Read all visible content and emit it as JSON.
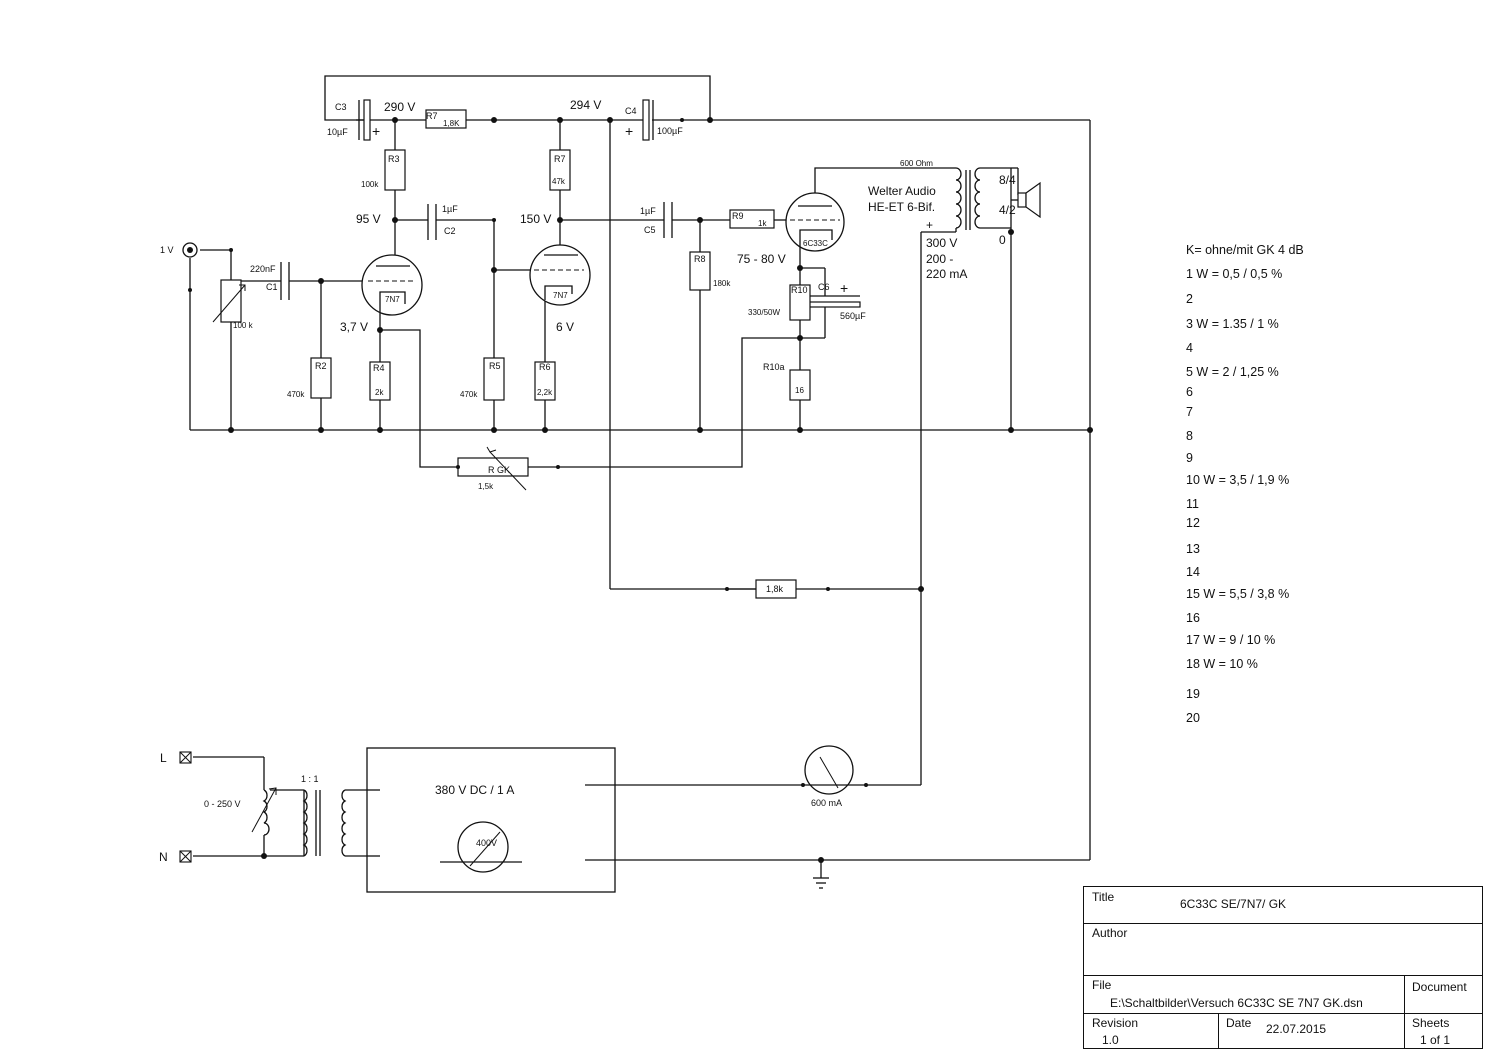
{
  "labels": {
    "input_voltage": "1 V",
    "c3": "C3",
    "c3_val": "10µF",
    "n290": "290 V",
    "r7a": "R7",
    "r7a_val": "1,8K",
    "n294": "294 V",
    "c4": "C4",
    "c4_val": "100µF",
    "r3": "R3",
    "r3_val": "100k",
    "r7b": "R7",
    "r7b_val": "47k",
    "n95": "95 V",
    "c2": "C2",
    "c2_val": "1µF",
    "n150": "150 V",
    "c5": "C5",
    "c5_val": "1µF",
    "r9": "R9",
    "r9_val": "1k",
    "ohm600": "600 Ohm",
    "tr_line1": "Welter Audio",
    "tr_line2": "HE-ET 6-Bif.",
    "tr_plus": "+",
    "tap84": "8/4",
    "tap42": "4/2",
    "tap0": "0",
    "v300": "300 V",
    "i200": "200 -",
    "i220": "220 mA",
    "c1": "C1",
    "c1_val": "220nF",
    "pot100k": "100 k",
    "tube1": "7N7",
    "tube2": "7N7",
    "tube3": "6C33C",
    "r8": "R8",
    "r8_val": "180k",
    "n7580": "75 - 80 V",
    "r10": "R10",
    "r10_val": "330/50W",
    "c6": "C6",
    "c6_plus": "+",
    "c6_val": "560µF",
    "n37": "3,7 V",
    "n6": "6 V",
    "r2": "R2",
    "r2_val": "470k",
    "r4": "R4",
    "r4_val": "2k",
    "r5": "R5",
    "r5_val": "470k",
    "r6": "R6",
    "r6_val": "2,2k",
    "r10a": "R10a",
    "r10a_val": "16",
    "rgk": "R GK",
    "rgk_val": "1,5k",
    "r18k": "1,8k",
    "L": "L",
    "N": "N",
    "variac": "0 - 250 V",
    "ratio": "1 : 1",
    "psu": "380 V DC / 1 A",
    "vmeter": "400V",
    "ameter": "600 mA",
    "c3_plus": "+",
    "c4_plus": "+"
  },
  "notes": {
    "header": "K= ohne/mit GK 4 dB",
    "rows": [
      "1 W = 0,5 / 0,5 %",
      "2",
      "3 W = 1.35 / 1 %",
      "4",
      "5 W = 2 / 1,25 %",
      "6",
      "7",
      "8",
      "9",
      "10 W = 3,5 / 1,9 %",
      "11",
      "12",
      "13",
      "14",
      "15 W = 5,5 / 3,8 %",
      "16",
      "17 W = 9 / 10 %",
      "18 W = 10 %",
      "19",
      "20"
    ]
  },
  "title_block": {
    "title_label": "Title",
    "title_value": "6C33C SE/7N7/ GK",
    "author_label": "Author",
    "file_label": "File",
    "file_value": "E:\\Schaltbilder\\Versuch 6C33C SE 7N7 GK.dsn",
    "document_label": "Document",
    "revision_label": "Revision",
    "revision_value": "1.0",
    "date_label": "Date",
    "date_value": "22.07.2015",
    "sheets_label": "Sheets",
    "sheets_value": "1 of 1"
  }
}
